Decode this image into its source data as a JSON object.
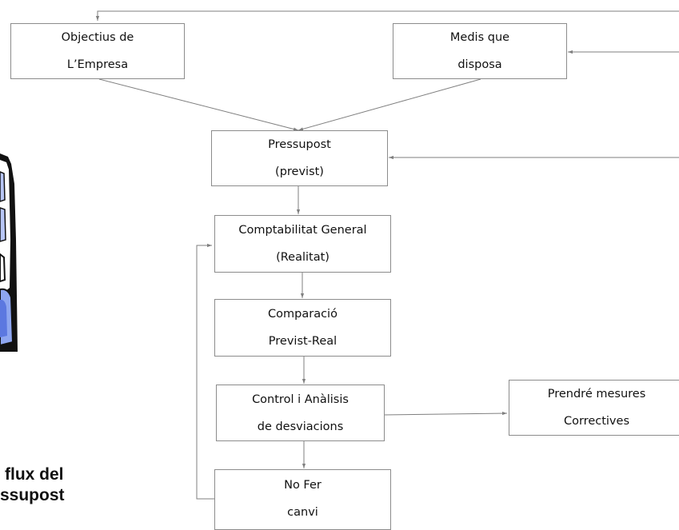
{
  "nodes": {
    "objectius": [
      "Objectius de",
      "L’Empresa"
    ],
    "medis": [
      "Medis que",
      "disposa"
    ],
    "pressupost": [
      "Pressupost",
      "(previst)"
    ],
    "comptabilitat": [
      "Comptabilitat General",
      "(Realitat)"
    ],
    "comparacio": [
      "Comparació",
      "Previst-Real"
    ],
    "control": [
      "Control i Anàlisis",
      "de desviacions"
    ],
    "mesures": [
      "Prendré mesures",
      "Correctives"
    ],
    "nofer": [
      "No Fer",
      "canvi"
    ]
  },
  "caption": {
    "line1": "flux del",
    "line2": "ssupost"
  },
  "colors": {
    "line": "#7f7f7f",
    "box_border": "#8c8c8c",
    "figure_blue": "#8ea6f0",
    "figure_dark": "#111111"
  }
}
